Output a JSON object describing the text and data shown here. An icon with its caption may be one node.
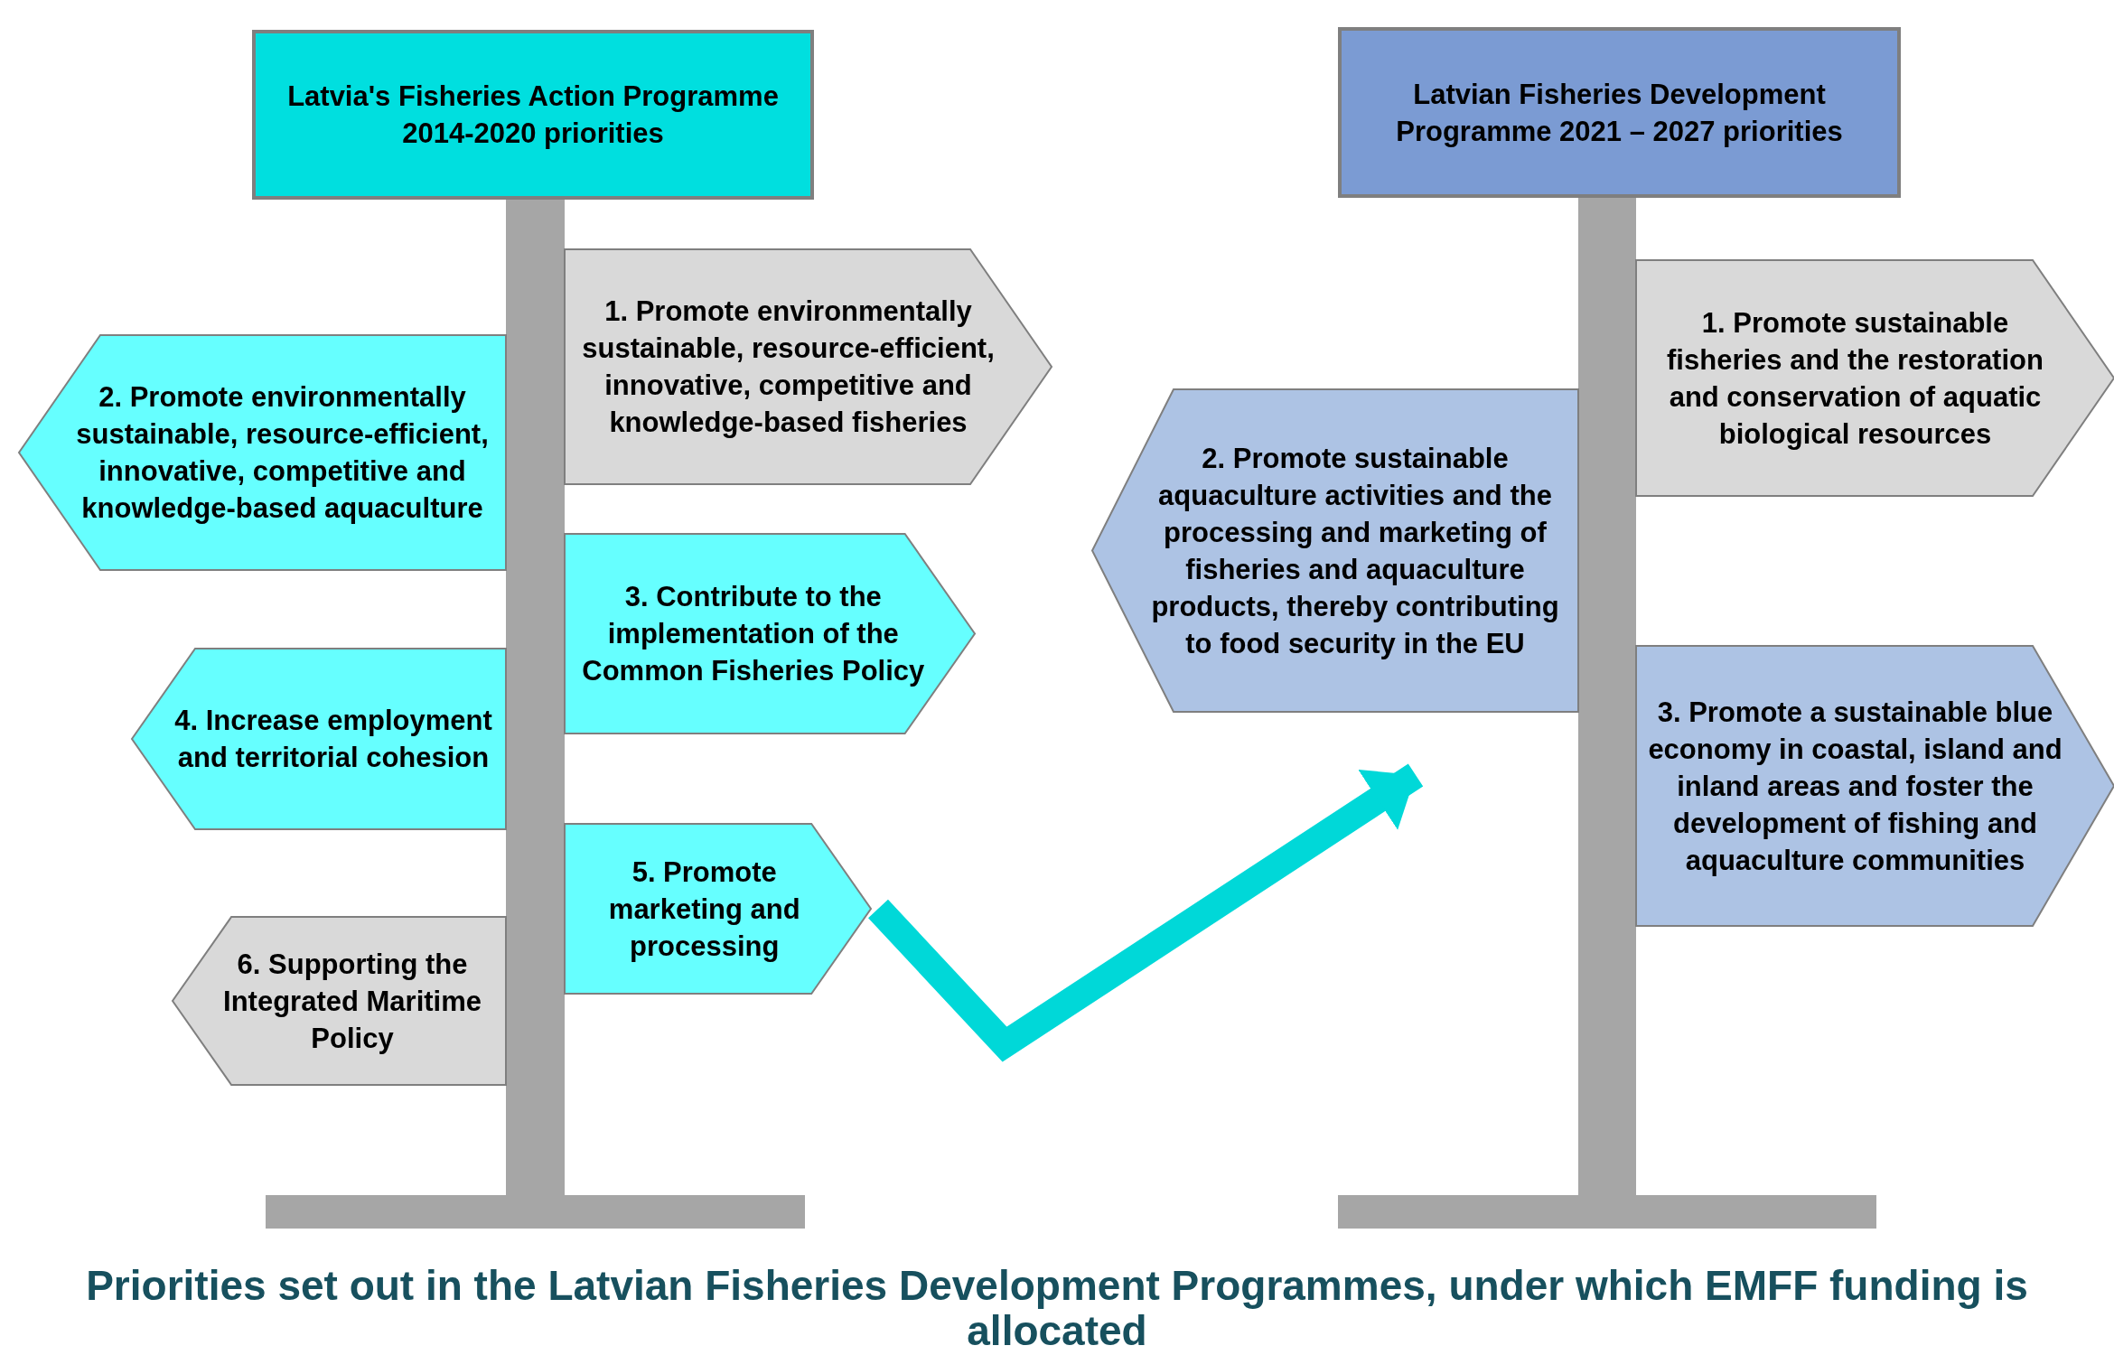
{
  "diagram": {
    "caption": "Priorities set out in the Latvian Fisheries Development Programmes, under which EMFF funding is allocated",
    "nodes": [
      {
        "text": [
          "Latvia's Fisheries Action Programme 2014-2020 priorities"
        ]
      },
      {
        "text": [
          "1. Promote environmentally sustainable, resource-efficient, innovative, competitive and knowledge-based fisheries"
        ]
      },
      {
        "text": [
          "2. Promote environmentally sustainable, resource-efficient, innovative, competitive and knowledge-based aquaculture"
        ]
      },
      {
        "text": [
          "3. Contribute to the implementation of the Common Fisheries Policy"
        ]
      },
      {
        "text": [
          "4. Increase employment and territorial cohesion"
        ]
      },
      {
        "text": [
          "5. Promote marketing and processing"
        ]
      },
      {
        "text": [
          "6. Supporting the Integrated Maritime Policy"
        ]
      },
      {
        "text": [
          "Latvian Fisheries Development Programme 2021 – 2027 priorities"
        ]
      },
      {
        "text": [
          "1. Promote sustainable fisheries and the restoration and conservation of aquatic biological resources"
        ]
      },
      {
        "text": [
          "2. Promote sustainable aquaculture activities and the processing and marketing of fisheries and aquaculture products, thereby contributing to food security in the EU"
        ]
      },
      {
        "text": [
          "3. Promote a sustainable blue economy in coastal, island and inland areas and foster the development of fishing and aquaculture communities"
        ]
      }
    ],
    "edges": [
      {
        "from": 5,
        "to": 9,
        "arrow": "to"
      }
    ]
  }
}
